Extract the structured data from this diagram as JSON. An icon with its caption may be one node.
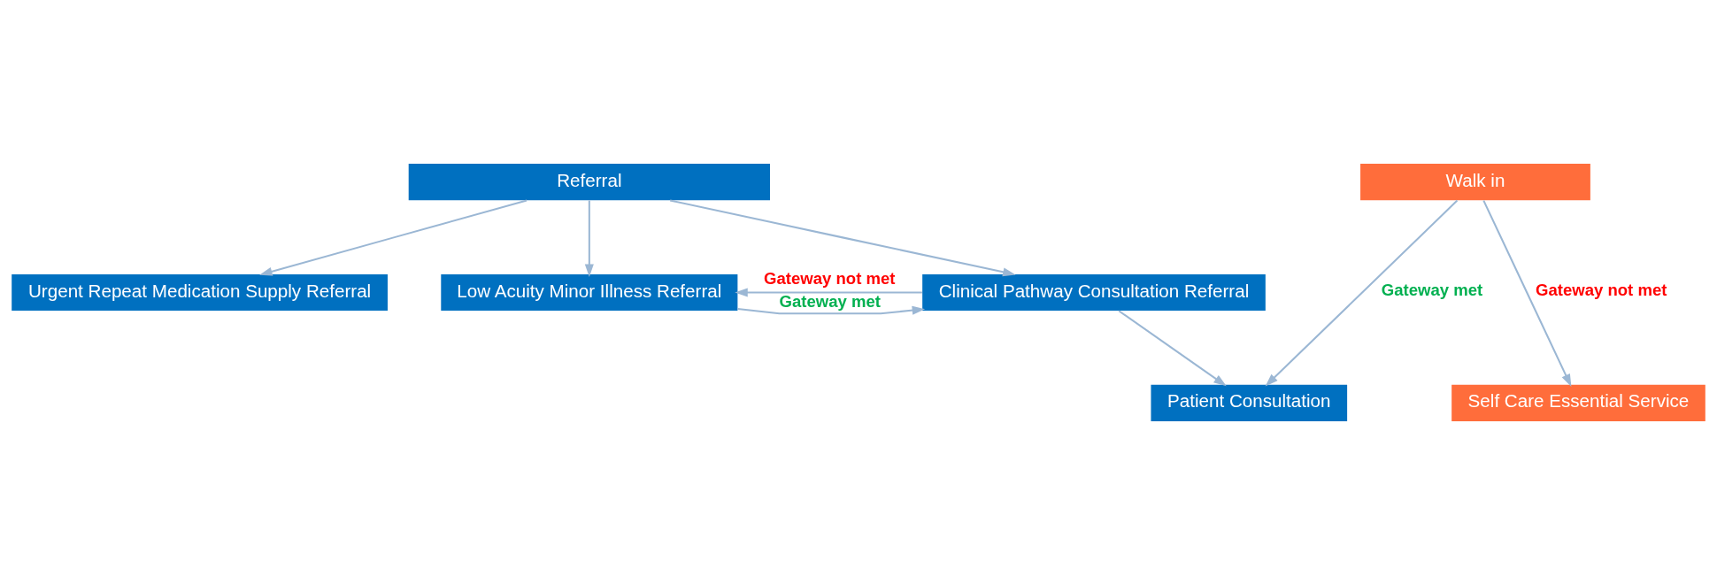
{
  "diagram": {
    "nodes": [
      {
        "text": [
          "Referral"
        ]
      },
      {
        "text": [
          "Walk in"
        ]
      },
      {
        "text": [
          "Urgent Repeat Medication Supply Referral"
        ]
      },
      {
        "text": [
          "Low Acuity Minor Illness Referral"
        ]
      },
      {
        "text": [
          "Clinical Pathway Consultation Referral"
        ]
      },
      {
        "text": [
          "Patient Consultation"
        ]
      },
      {
        "text": [
          "Self Care Essential Service"
        ]
      }
    ],
    "edges": [
      {
        "from": 0,
        "to": 2,
        "arrow": "to"
      },
      {
        "from": 0,
        "to": 3,
        "arrow": "to"
      },
      {
        "from": 0,
        "to": 4,
        "arrow": "to"
      },
      {
        "from": 3,
        "to": 4,
        "arrow": "to",
        "label": "Gateway met"
      },
      {
        "from": 4,
        "to": 3,
        "arrow": "to",
        "label": "Gateway not met"
      },
      {
        "from": 4,
        "to": 5,
        "arrow": "to"
      },
      {
        "from": 1,
        "to": 5,
        "arrow": "to",
        "label": "Gateway met"
      },
      {
        "from": 1,
        "to": 6,
        "arrow": "to",
        "label": "Gateway not met"
      }
    ]
  }
}
